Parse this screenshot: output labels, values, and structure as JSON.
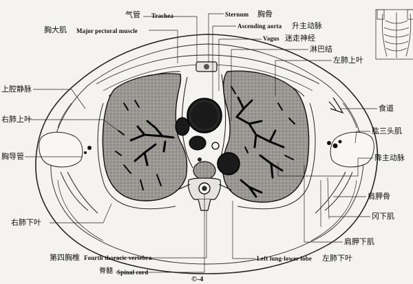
{
  "labels": {
    "trachea_zh": "气管",
    "trachea_en": "Trachea",
    "sternum_en": "Sternum",
    "sternum_zh": "胸骨",
    "asc_aorta_en": "Ascending aorta",
    "asc_aorta_zh": "升主动脉",
    "pec_zh": "胸大肌",
    "pec_en": "Major pectoral muscle",
    "vagus_en": "Vagus",
    "vagus_zh": "迷走神经",
    "lymph_zh": "淋巴结",
    "left_upper_lobe_zh": "左肺上叶",
    "svc_zh": "上腔静脉",
    "right_upper_lobe_zh": "右肺上叶",
    "esophagus_zh": "食道",
    "triceps_zh": "肱三头肌",
    "thoracic_duct_zh": "胸导管",
    "desc_aorta_zh": "降主动脉",
    "scapula_zh": "肩胛骨",
    "right_lower_lobe_zh": "右肺下叶",
    "infraspinatus_zh": "冈下肌",
    "subscapularis_zh": "肩胛下肌",
    "t4_zh": "第四胸椎",
    "t4_en": "Fourth thoracic vertebra",
    "left_lower_lobe_en": "Left lung-lower lobe",
    "left_lower_lobe_zh": "左肺下叶",
    "spinal_cord_zh": "脊髓",
    "spinal_cord_en": "Spinal cord",
    "figure_number": "©-4"
  }
}
